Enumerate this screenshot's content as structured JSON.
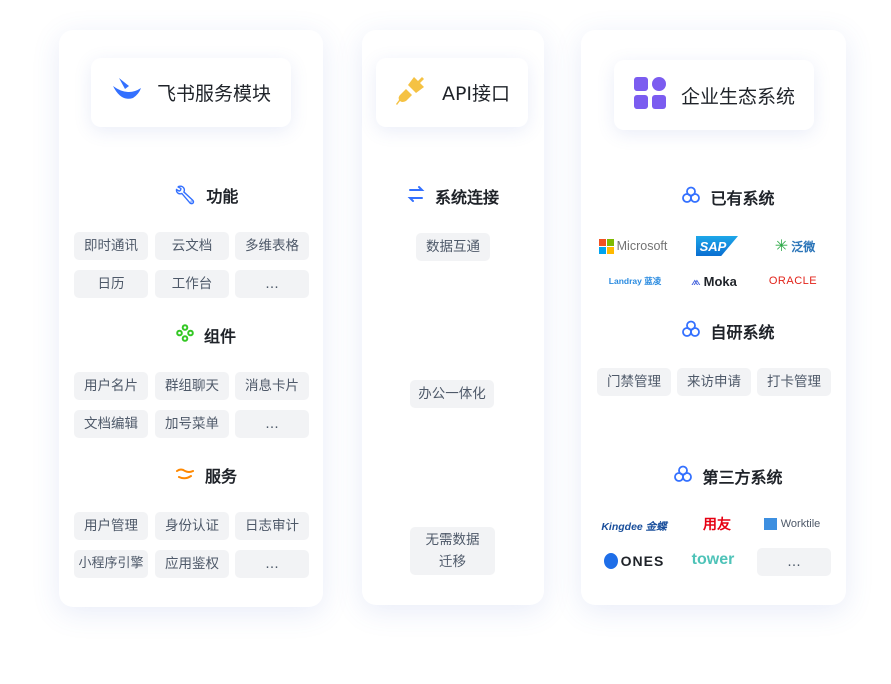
{
  "columns": [
    {
      "title": "飞书服务模块",
      "icon": "feishu-logo-icon",
      "sections": [
        {
          "title": "功能",
          "icon": "wrench-icon",
          "items": [
            "即时通讯",
            "云文档",
            "多维表格",
            "日历",
            "工作台",
            "…"
          ]
        },
        {
          "title": "组件",
          "icon": "components-icon",
          "items": [
            "用户名片",
            "群组聊天",
            "消息卡片",
            "文档编辑",
            "加号菜单",
            "…"
          ]
        },
        {
          "title": "服务",
          "icon": "handshake-icon",
          "items": [
            "用户管理",
            "身份认证",
            "日志审计",
            "小程序引擎",
            "应用鉴权",
            "…"
          ]
        }
      ]
    },
    {
      "title": "API接口",
      "icon": "plug-icon",
      "sections": [
        {
          "title": "系统连接",
          "icon": "connect-icon",
          "items": [
            "数据互通",
            "办公一体化",
            "无需数据迁移"
          ]
        }
      ]
    },
    {
      "title": "企业生态系统",
      "icon": "apps-grid-icon",
      "sections": [
        {
          "title": "已有系统",
          "icon": "cluster-icon",
          "logos": [
            "Microsoft",
            "SAP",
            "泛微",
            "Landray 蓝凌",
            "Moka",
            "ORACLE"
          ]
        },
        {
          "title": "自研系统",
          "icon": "cluster-icon",
          "items": [
            "门禁管理",
            "来访申请",
            "打卡管理"
          ]
        },
        {
          "title": "第三方系统",
          "icon": "cluster-icon",
          "logos": [
            "Kingdee 金蝶",
            "用友",
            "Worktile",
            "ONES",
            "tower"
          ],
          "more": "…"
        }
      ]
    }
  ],
  "colors": {
    "blue": "#3370ff",
    "yellow": "#f5c243",
    "purple": "#7b5cf0",
    "green": "#34c724",
    "orange": "#ff8800"
  }
}
